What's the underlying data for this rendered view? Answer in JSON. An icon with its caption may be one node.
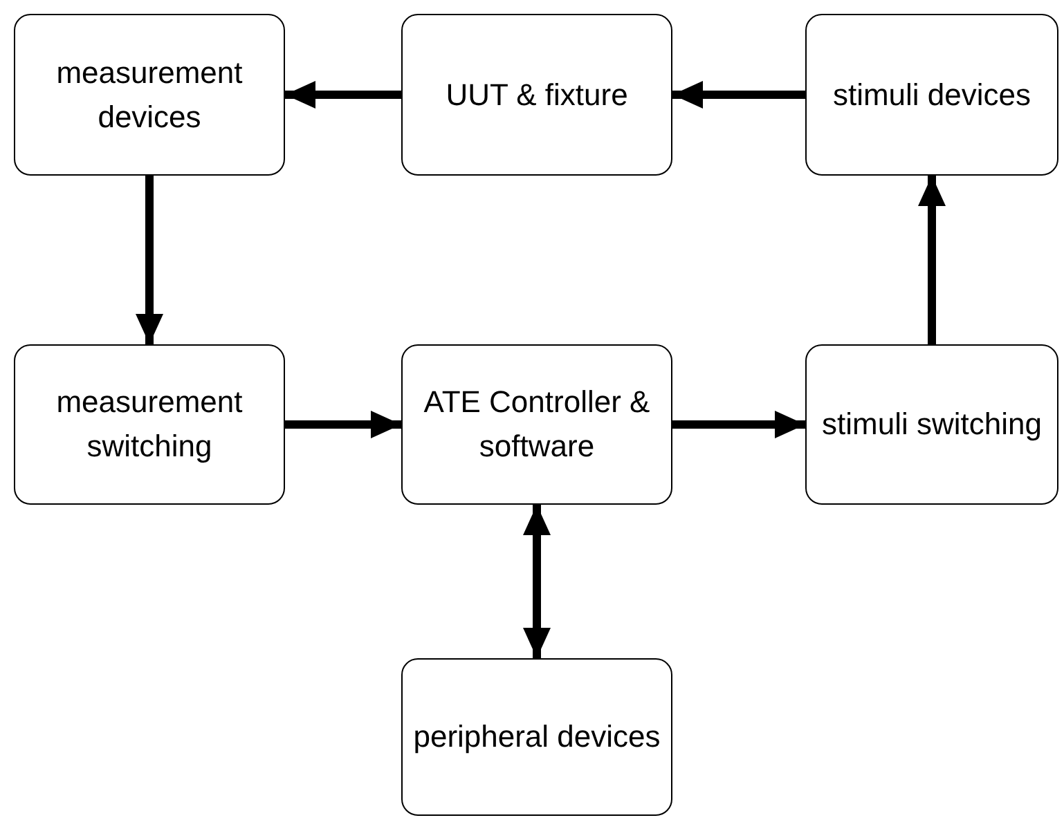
{
  "diagram": {
    "nodes": [
      {
        "text": [
          "measurement devices"
        ]
      },
      {
        "text": [
          "UUT & fixture"
        ]
      },
      {
        "text": [
          "stimuli devices"
        ]
      },
      {
        "text": [
          "measurement switching"
        ]
      },
      {
        "text": [
          "ATE Controller & software"
        ]
      },
      {
        "text": [
          "stimuli switching"
        ]
      },
      {
        "text": [
          "peripheral devices"
        ]
      }
    ],
    "edges": [
      {
        "from": 1,
        "to": 0,
        "arrow": "to"
      },
      {
        "from": 2,
        "to": 1,
        "arrow": "to"
      },
      {
        "from": 0,
        "to": 3,
        "arrow": "to"
      },
      {
        "from": 3,
        "to": 4,
        "arrow": "to"
      },
      {
        "from": 4,
        "to": 5,
        "arrow": "to"
      },
      {
        "from": 5,
        "to": 2,
        "arrow": "to"
      },
      {
        "from": 4,
        "to": 6,
        "arrow": "both"
      }
    ]
  }
}
